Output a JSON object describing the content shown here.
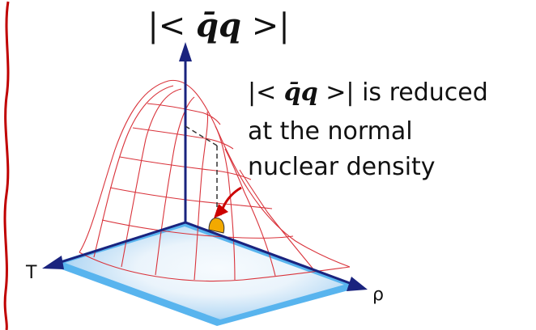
{
  "axis_title": {
    "bar_open": "|<",
    "symbol": "q̄q",
    "bar_close": ">|"
  },
  "annotation": {
    "line1_prefix": "|<",
    "line1_symbol": "q̄q",
    "line1_suffix": ">| is reduced",
    "line2": "at the normal",
    "line3": "nuclear density"
  },
  "axes": {
    "t_label": "T",
    "rho_label": "ρ"
  },
  "colors": {
    "border": "#c00000",
    "surface_grid": "#d9333b",
    "axis": "#1a237e",
    "base_plane": "#58b4ee",
    "arrow": "#cc0000",
    "marker": "#f2a900"
  }
}
